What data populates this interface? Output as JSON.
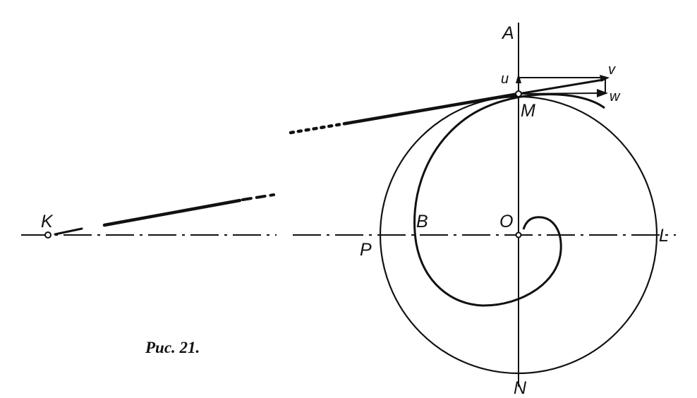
{
  "labels": {
    "A": "A",
    "u": "u",
    "v": "v",
    "w": "w",
    "M": "M",
    "K": "K",
    "B": "B",
    "O": "O",
    "L": "L",
    "P": "P",
    "N": "N"
  },
  "caption": "Рис. 21.",
  "colors": {
    "ink": "#111111",
    "background": "#ffffff"
  }
}
